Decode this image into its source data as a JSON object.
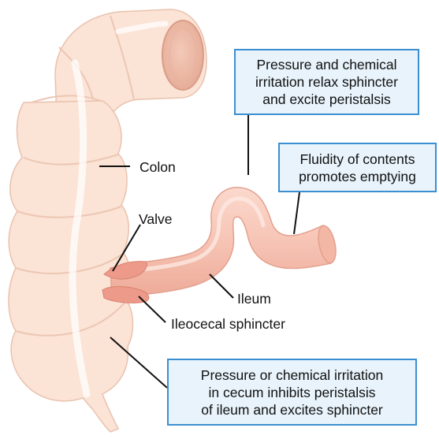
{
  "labels": {
    "colon": "Colon",
    "valve": "Valve",
    "ileum": "Ileum",
    "sphincter": "Ileocecal sphincter"
  },
  "callouts": {
    "top": [
      "Pressure and chemical",
      "irritation relax sphincter",
      "and excite peristalsis"
    ],
    "right": [
      "Fluidity of contents",
      "promotes emptying"
    ],
    "bottom": [
      "Pressure or chemical irritation",
      "in cecum inhibits peristalsis",
      "of ileum and excites sphincter"
    ]
  },
  "colors": {
    "tissue": "#fbe1d3",
    "tissue_outline": "#e7b9a3",
    "ileum": "#f6c1b3",
    "sphincter": "#ee9a8a",
    "callout_border": "#3b8fd0",
    "callout_fill": "#e8f3fb"
  }
}
